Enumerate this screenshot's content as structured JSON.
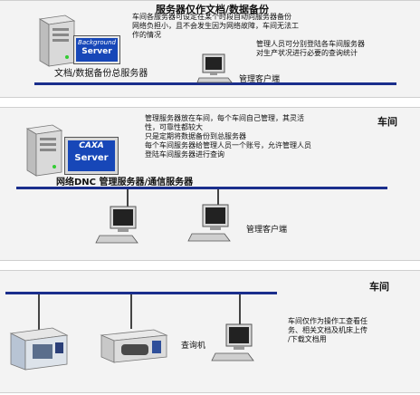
{
  "section1": {
    "title": "服务器仅作文档/数据备份",
    "server_note": "车间各服务器可设定在某个时段自动向服务器备份\n网络负担小，且不会发生因为网络故障，车间无法工\n作的情况",
    "server_label_line1": "Background",
    "server_label_line2": "Server",
    "server_caption": "文档/数据备份总服务器",
    "client_note": "管理人员可分别登陆各车间服务器\n对生产状况进行必要的查询统计",
    "client_caption": "管理客户端"
  },
  "section2": {
    "tag": "车间",
    "note": "管理服务器放在车间，每个车间自己管理，其灵活\n性，可靠性都较大\n只是定期将数据备份到总服务器\n每个车间服务器给管理人员一个账号，允许管理人员\n登陆车间服务器进行查询",
    "server_label_line1": "CAXA",
    "server_label_line2": "Server",
    "server_caption": "网络DNC 管理服务器/通信服务器",
    "client_caption": "管理客户端"
  },
  "section3": {
    "tag": "车间",
    "note": "车间仅作为操作工查看任\n务、相关文档及机床上传\n/下载文档用",
    "client_caption": "查询机"
  },
  "colors": {
    "bus": "#1a2e8c",
    "panel": "#f3f3f3"
  },
  "icons": [
    "server-tower-icon",
    "monitor-icon",
    "computer-icon",
    "cnc-machine-icon",
    "lathe-icon"
  ]
}
